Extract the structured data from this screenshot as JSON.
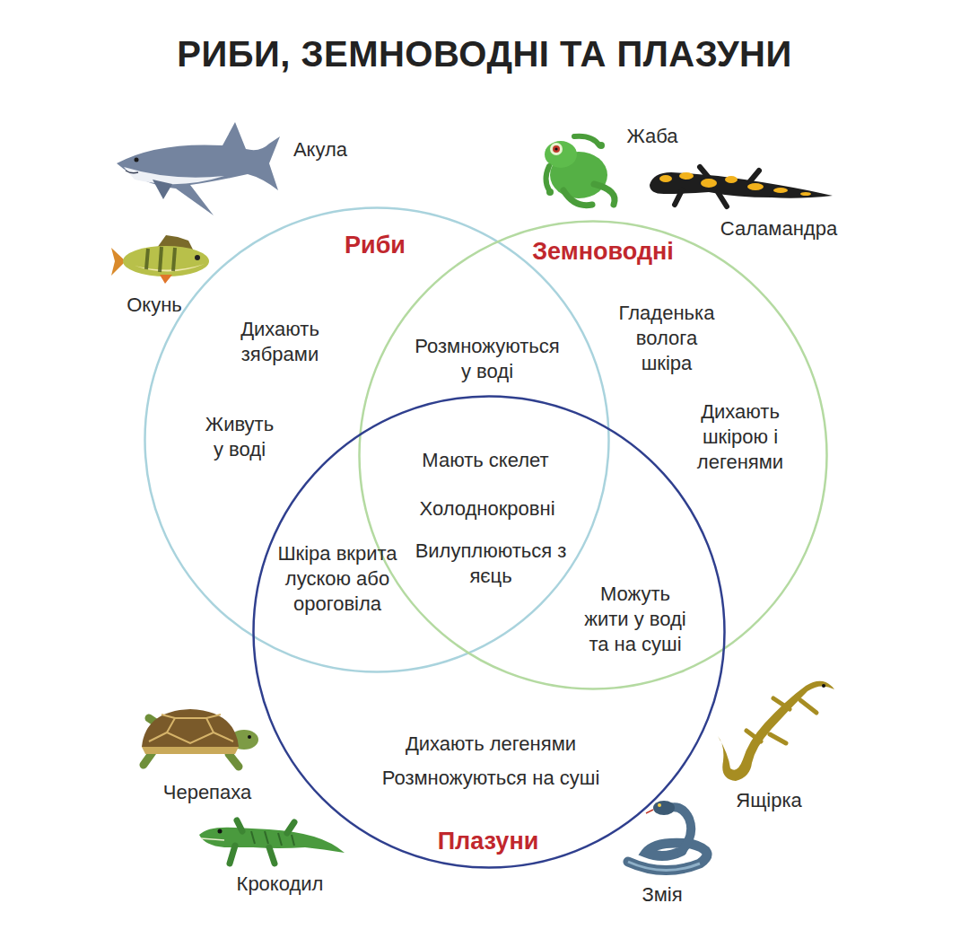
{
  "diagram": {
    "title": "РИБИ, ЗЕМНОВОДНІ ТА ПЛАЗУНИ",
    "nodes": [
      {
        "text": [
          "Риби",
          "Дихають зябрами",
          "Живуть у воді"
        ]
      },
      {
        "text": [
          "Земноводні",
          "Гладенька волога шкіра",
          "Дихають шкірою і легенями"
        ]
      },
      {
        "text": [
          "Плазуни",
          "Дихають легенями",
          "Розмножуються на суші"
        ]
      }
    ],
    "labels": [
      "Акула",
      "Окунь",
      "Жаба",
      "Саламандра",
      "Розмножуються у воді",
      "Мають скелет",
      "Холоднокровні",
      "Вилуплюються з яєць",
      "Шкіра вкрита лускою або ороговіла",
      "Можуть жити у воді та на суші",
      "Черепаха",
      "Крокодил",
      "Ящірка",
      "Змія"
    ]
  }
}
